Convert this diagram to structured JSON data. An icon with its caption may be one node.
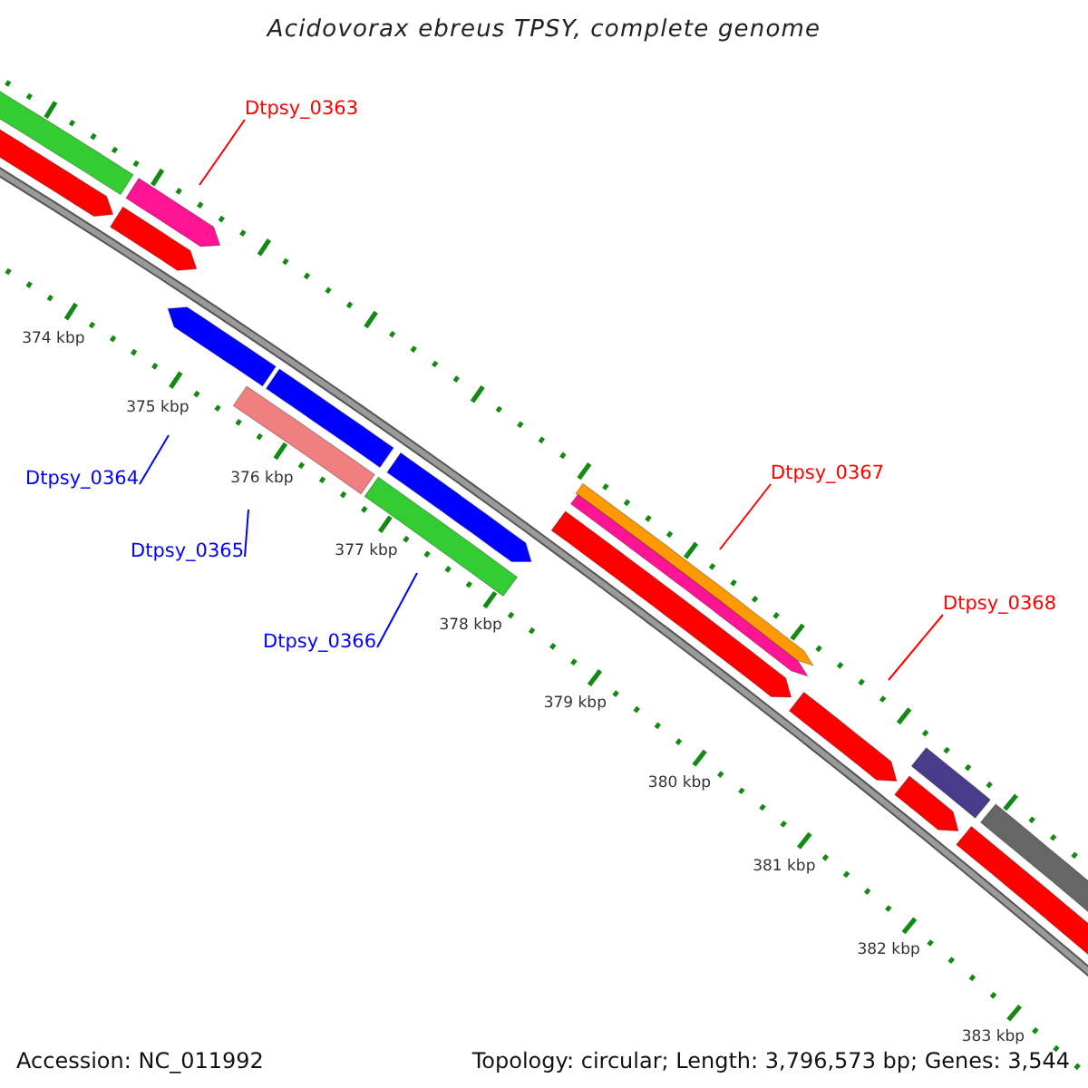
{
  "diagram": {
    "title": "Acidovorax ebreus TPSY, complete genome",
    "nodes": [
      {
        "text": [
          "Dtpsy_0363"
        ]
      },
      {
        "text": [
          "Dtpsy_0364"
        ]
      },
      {
        "text": [
          "Dtpsy_0365"
        ]
      },
      {
        "text": [
          "Dtpsy_0366"
        ]
      },
      {
        "text": [
          "Dtpsy_0367"
        ]
      },
      {
        "text": [
          "Dtpsy_0368"
        ]
      }
    ],
    "edges": [
      {
        "from": 0,
        "to": null,
        "arrow": "none",
        "color": "#ff0000"
      },
      {
        "from": 1,
        "to": null,
        "arrow": "none",
        "color": "#0000ff"
      },
      {
        "from": 2,
        "to": null,
        "arrow": "none",
        "color": "#0000ff"
      },
      {
        "from": 3,
        "to": null,
        "arrow": "none",
        "color": "#0000ff"
      },
      {
        "from": 4,
        "to": null,
        "arrow": "none",
        "color": "#ff0000"
      },
      {
        "from": 5,
        "to": null,
        "arrow": "none",
        "color": "#ff0000"
      }
    ],
    "labels": [
      "374 kbp",
      "375 kbp",
      "376 kbp",
      "377 kbp",
      "378 kbp",
      "379 kbp",
      "380 kbp",
      "381 kbp",
      "382 kbp",
      "383 kbp",
      "Accession: NC_011992",
      "Topology: circular; Length: 3,796,573 bp; Genes: 3,544"
    ]
  }
}
